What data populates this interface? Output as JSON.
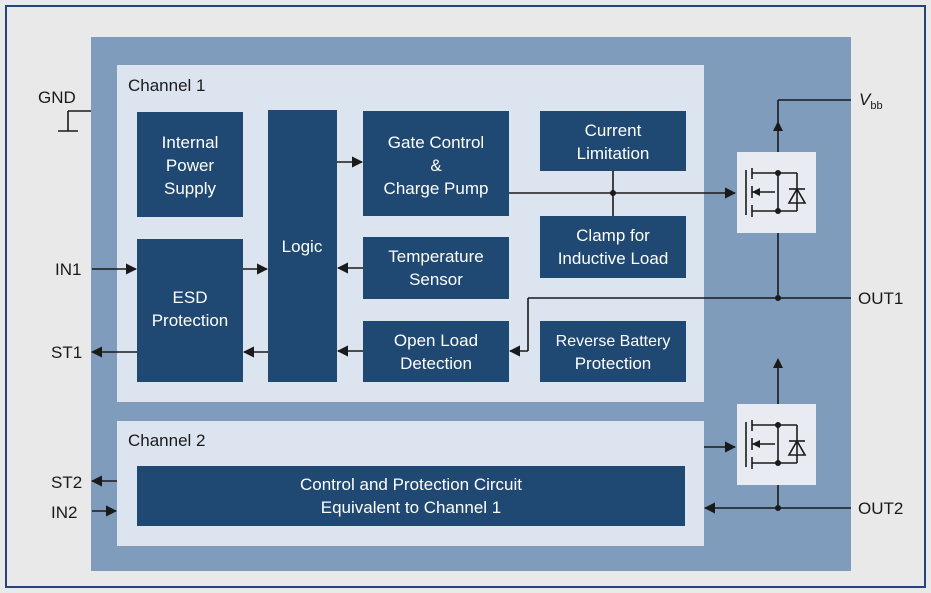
{
  "pins": {
    "gnd": "GND",
    "in1": "IN1",
    "st1": "ST1",
    "st2": "ST2",
    "in2": "IN2",
    "vbb_main": "V",
    "vbb_sub": "bb",
    "out1": "OUT1",
    "out2": "OUT2"
  },
  "channel1": {
    "title": "Channel 1",
    "blocks": {
      "power_supply": [
        "Internal",
        "Power",
        "Supply"
      ],
      "esd": [
        "ESD",
        "Protection"
      ],
      "logic": [
        "Logic"
      ],
      "gate_control": [
        "Gate Control",
        "&",
        "Charge Pump"
      ],
      "temperature": [
        "Temperature",
        "Sensor"
      ],
      "open_load": [
        "Open Load",
        "Detection"
      ],
      "current_limit": [
        "Current",
        "Limitation"
      ],
      "clamp": [
        "Clamp for",
        "Inductive Load"
      ],
      "reverse_battery": [
        "Reverse Battery",
        "Protection"
      ]
    }
  },
  "channel2": {
    "title": "Channel 2",
    "block": [
      "Control and Protection Circuit",
      "Equivalent to Channel 1"
    ]
  },
  "colors": {
    "background": "#e9e9e9",
    "chip": "#7f9cbd",
    "channel_panel": "#dce4ef",
    "block": "#1f4872",
    "mosfet_panel": "#e8ecf2"
  }
}
